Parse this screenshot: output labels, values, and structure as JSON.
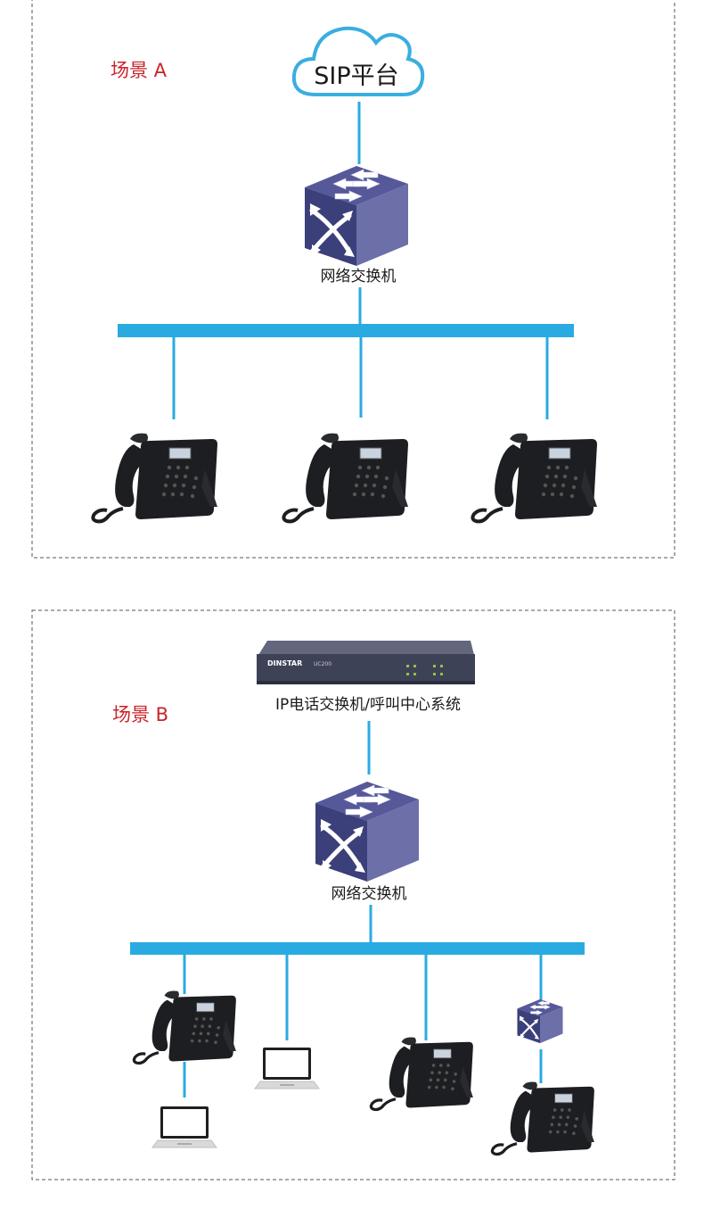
{
  "scene_a": {
    "label": "场景 A",
    "cloud": {
      "text": "SIP平台"
    },
    "switch": {
      "label": "网络交换机"
    },
    "endpoints": [
      "ip-phone",
      "ip-phone",
      "ip-phone"
    ]
  },
  "scene_b": {
    "label": "场景 B",
    "server": {
      "brand": "DINSTAR",
      "model": "UC200",
      "label": "IP电话交换机/呼叫中心系统"
    },
    "switch": {
      "label": "网络交换机"
    },
    "endpoints": [
      "ip-phone",
      "laptop",
      "laptop",
      "ip-phone",
      "small-switch",
      "ip-phone"
    ]
  },
  "colors": {
    "link": "#29abe2",
    "scene_label": "#c8242a",
    "switch_front": "#3b3f7a",
    "switch_top": "#56589a",
    "switch_side": "#6c6fa8",
    "phone": "#1d1e21",
    "cloud_border": "#3aaee0"
  }
}
